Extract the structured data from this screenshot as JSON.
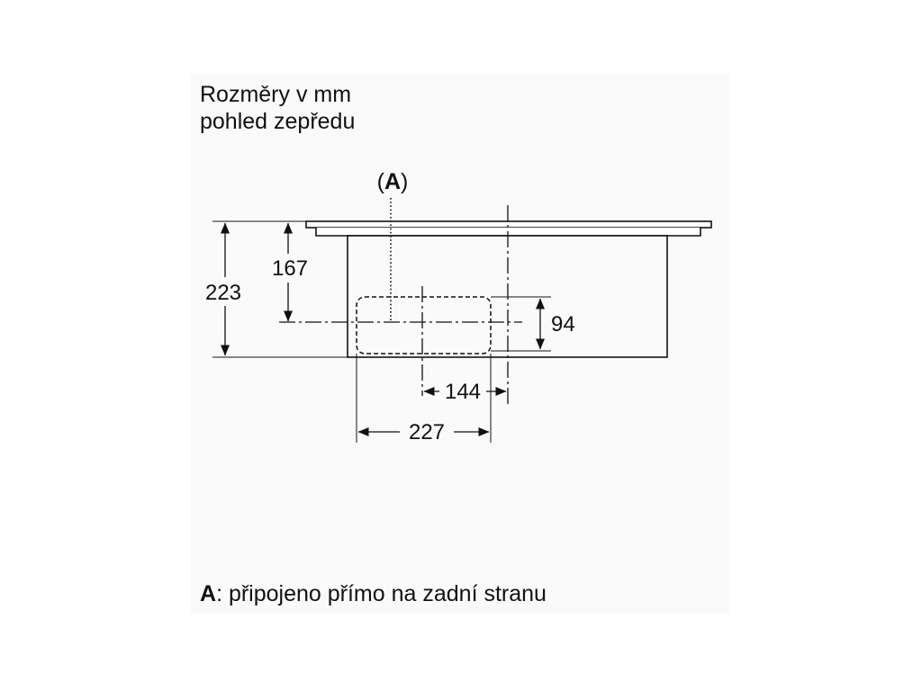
{
  "heading": {
    "line1": "Rozměry v mm",
    "line2": "pohled zepředu"
  },
  "callout": {
    "open": "(",
    "letter": "A",
    "close": ")"
  },
  "dimensions": {
    "total_height": "223",
    "axis_height": "167",
    "box_height": "94",
    "offset_width": "144",
    "box_width": "227"
  },
  "note": {
    "letter": "A",
    "text": ": připojeno přímo na zadní stranu"
  }
}
